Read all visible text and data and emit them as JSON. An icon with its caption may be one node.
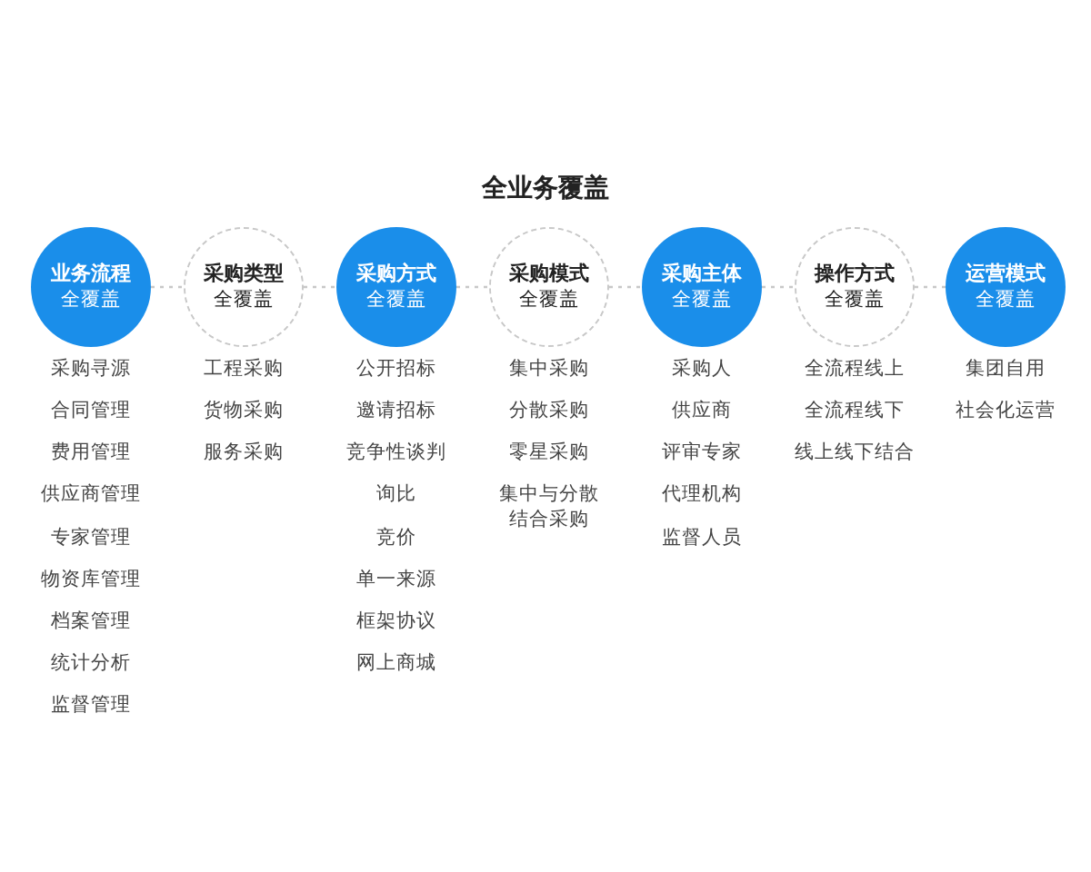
{
  "diagram": {
    "title": "全业务覆盖",
    "nodes": [
      {
        "text": [
          "业务流程",
          "全覆盖"
        ],
        "beside": [
          "采购寻源",
          "合同管理",
          "费用管理",
          "供应商管理",
          "专家管理",
          "物资库管理",
          "档案管理",
          "统计分析",
          "监督管理"
        ]
      },
      {
        "text": [
          "采购类型",
          "全覆盖"
        ],
        "beside": [
          "工程采购",
          "货物采购",
          "服务采购"
        ]
      },
      {
        "text": [
          "采购方式",
          "全覆盖"
        ],
        "beside": [
          "公开招标",
          "邀请招标",
          "竞争性谈判",
          "询比",
          "竞价",
          "单一来源",
          "框架协议",
          "网上商城"
        ]
      },
      {
        "text": [
          "采购模式",
          "全覆盖"
        ],
        "beside": [
          "集中采购",
          "分散采购",
          "零星采购",
          "集中与分散结合采购"
        ]
      },
      {
        "text": [
          "采购主体",
          "全覆盖"
        ],
        "beside": [
          "采购人",
          "供应商",
          "评审专家",
          "代理机构",
          "监督人员"
        ]
      },
      {
        "text": [
          "操作方式",
          "全覆盖"
        ],
        "beside": [
          "全流程线上",
          "全流程线下",
          "线上线下结合"
        ]
      },
      {
        "text": [
          "运营模式",
          "全覆盖"
        ],
        "beside": [
          "集团自用",
          "社会化运营"
        ]
      }
    ],
    "edges": [
      {
        "from": 0,
        "to": 1,
        "arrow": "none",
        "style": "dashed"
      },
      {
        "from": 1,
        "to": 2,
        "arrow": "none",
        "style": "dashed"
      },
      {
        "from": 2,
        "to": 3,
        "arrow": "none",
        "style": "dashed"
      },
      {
        "from": 3,
        "to": 4,
        "arrow": "none",
        "style": "dashed"
      },
      {
        "from": 4,
        "to": 5,
        "arrow": "none",
        "style": "dashed"
      },
      {
        "from": 5,
        "to": 6,
        "arrow": "none",
        "style": "dashed"
      }
    ]
  }
}
